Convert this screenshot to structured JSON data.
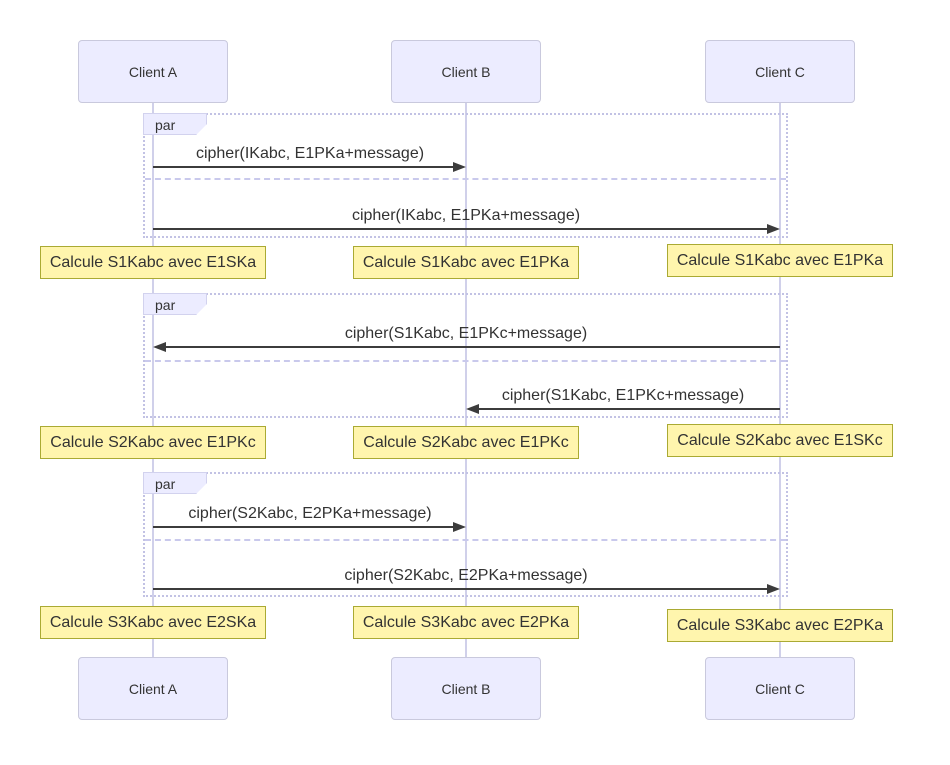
{
  "diagram": {
    "type": "sequence-diagram",
    "actors": [
      {
        "id": "client-a",
        "label": "Client A"
      },
      {
        "id": "client-b",
        "label": "Client B"
      },
      {
        "id": "client-c",
        "label": "Client C"
      }
    ],
    "par_blocks": [
      {
        "label": "par",
        "messages": [
          {
            "from": "Client A",
            "to": "Client B",
            "direction": "right",
            "text": "cipher(IKabc, E1PKa+message)"
          },
          {
            "from": "Client A",
            "to": "Client C",
            "direction": "right",
            "text": "cipher(IKabc, E1PKa+message)"
          }
        ]
      },
      {
        "label": "par",
        "messages": [
          {
            "from": "Client C",
            "to": "Client A",
            "direction": "left",
            "text": "cipher(S1Kabc, E1PKc+message)"
          },
          {
            "from": "Client C",
            "to": "Client B",
            "direction": "left",
            "text": "cipher(S1Kabc, E1PKc+message)"
          }
        ]
      },
      {
        "label": "par",
        "messages": [
          {
            "from": "Client A",
            "to": "Client B",
            "direction": "right",
            "text": "cipher(S2Kabc, E2PKa+message)"
          },
          {
            "from": "Client A",
            "to": "Client C",
            "direction": "right",
            "text": "cipher(S2Kabc, E2PKa+message)"
          }
        ]
      }
    ],
    "note_rows": [
      {
        "notes": [
          {
            "actor": "Client A",
            "text": "Calcule S1Kabc avec E1SKa"
          },
          {
            "actor": "Client B",
            "text": "Calcule S1Kabc avec E1PKa"
          },
          {
            "actor": "Client C",
            "text": "Calcule S1Kabc avec E1PKa"
          }
        ]
      },
      {
        "notes": [
          {
            "actor": "Client A",
            "text": "Calcule S2Kabc avec E1PKc"
          },
          {
            "actor": "Client B",
            "text": "Calcule S2Kabc avec E1PKc"
          },
          {
            "actor": "Client C",
            "text": "Calcule S2Kabc avec E1SKc"
          }
        ]
      },
      {
        "notes": [
          {
            "actor": "Client A",
            "text": "Calcule S3Kabc avec E2SKa"
          },
          {
            "actor": "Client B",
            "text": "Calcule S3Kabc avec E2PKa"
          },
          {
            "actor": "Client C",
            "text": "Calcule S3Kabc avec E2PKa"
          }
        ]
      }
    ],
    "colors": {
      "background": "#FFFFFF",
      "actor_fill": "#ECECFF",
      "actor_border": "#C9C9DD",
      "note_fill": "#FFF5AD",
      "note_border": "#AAAA33",
      "frame_border": "#C2C2E4",
      "lifeline": "#D0D0EA",
      "arrow": "#3C3C3C",
      "text": "#333333"
    }
  }
}
